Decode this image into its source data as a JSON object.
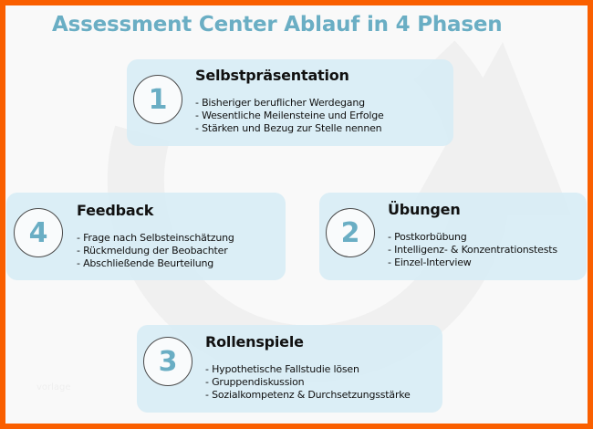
{
  "title": "Assessment Center Ablauf in 4 Phasen",
  "watermark": "vorlage",
  "colors": {
    "frame_border": "#fa5f00",
    "background": "#f9f9f9",
    "title": "#6aaec4",
    "card_fill": "#d6ecf5",
    "number": "#6aaec4",
    "text": "#111111"
  },
  "phases": [
    {
      "number": "1",
      "heading": "Selbstpräsentation",
      "items": [
        "Bisheriger beruflicher Werdegang",
        "Wesentliche Meilensteine und Erfolge",
        "Stärken und Bezug zur Stelle nennen"
      ]
    },
    {
      "number": "2",
      "heading": "Übungen",
      "items": [
        "Postkorbübung",
        "Intelligenz- & Konzentrationstests",
        "Einzel-Interview"
      ]
    },
    {
      "number": "3",
      "heading": "Rollenspiele",
      "items": [
        "Hypothetische Fallstudie lösen",
        "Gruppendiskussion",
        "Sozialkompetenz & Durchsetzungsstärke"
      ]
    },
    {
      "number": "4",
      "heading": "Feedback",
      "items": [
        "Frage nach Selbsteinschätzung",
        "Rückmeldung der Beobachter",
        "Abschließende Beurteilung"
      ]
    }
  ]
}
